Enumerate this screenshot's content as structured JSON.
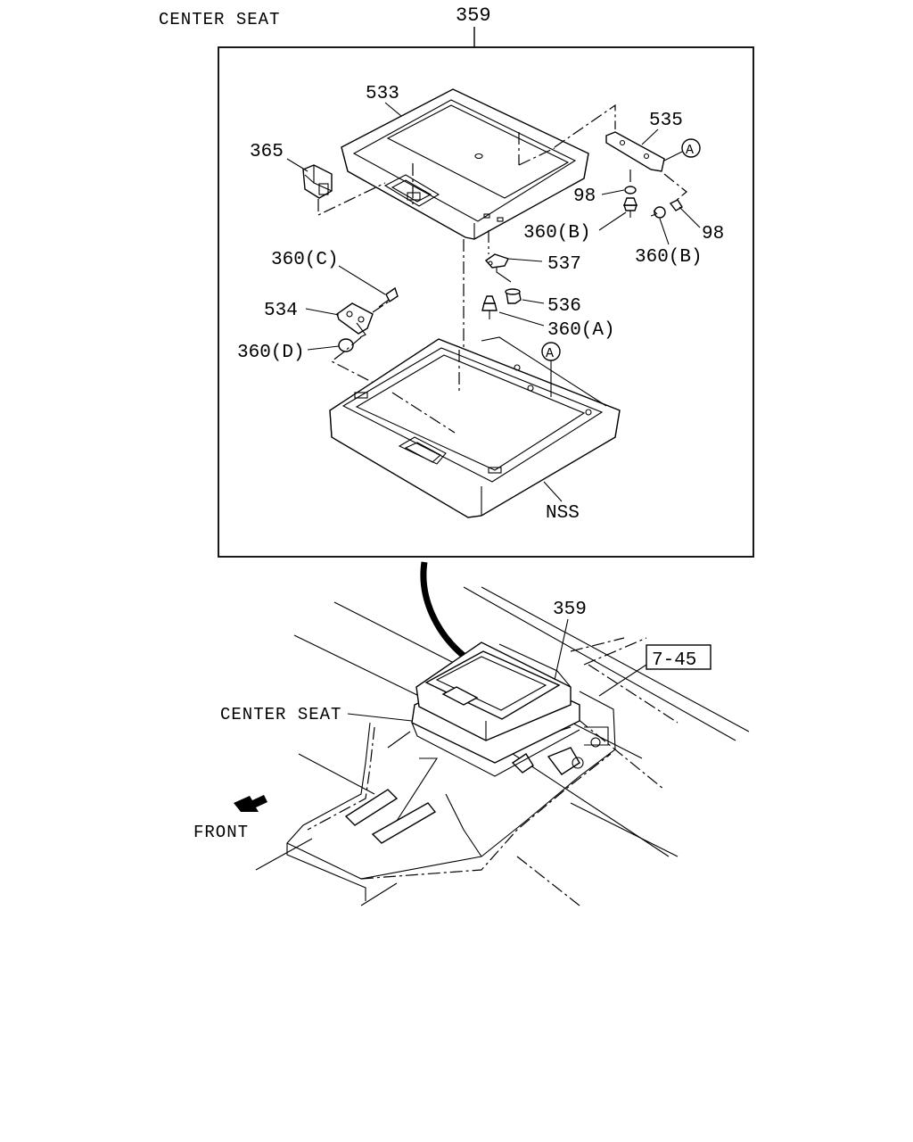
{
  "diagram": {
    "header": "CENTER SEAT",
    "assembly_number": "359",
    "parts": {
      "p533": "533",
      "p365": "365",
      "p535": "535",
      "circle_a_top": "A",
      "p98_left": "98",
      "p360b_left": "360(B)",
      "p98_right": "98",
      "p360b_right": "360(B)",
      "p360c": "360(C)",
      "p537": "537",
      "p534": "534",
      "p536": "536",
      "p360a": "360(A)",
      "p360d": "360(D)",
      "circle_a_mid": "A",
      "nss": "NSS"
    },
    "vehicle": {
      "p359": "359",
      "ref_box": "7-45",
      "center_seat_label": "CENTER SEAT",
      "front_label": "FRONT"
    }
  }
}
